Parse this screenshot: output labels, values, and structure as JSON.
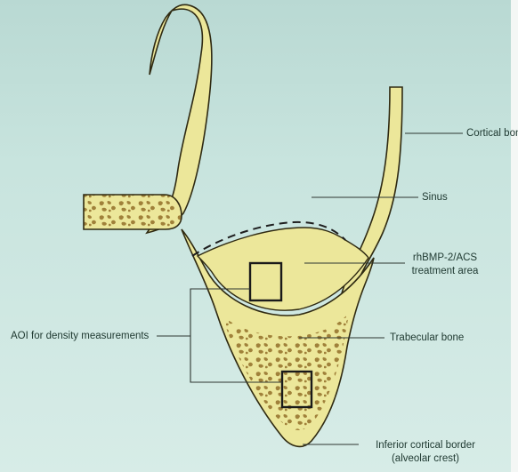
{
  "diagram": {
    "labels": {
      "cortical_bone": "Cortical bone",
      "sinus": "Sinus",
      "treatment_line1": "rhBMP-2/ACS",
      "treatment_line2": "treatment area",
      "aoi": "AOI for density measurements",
      "trabecular": "Trabecular bone",
      "inferior_line1": "Inferior cortical border",
      "inferior_line2": "(alveolar crest)"
    },
    "colors": {
      "background": "#c6e2dc",
      "bone_fill": "#ece79a",
      "outline": "#2f2a12",
      "trabecular_spots": "#a0813a",
      "leader_line": "#2d3530"
    }
  }
}
